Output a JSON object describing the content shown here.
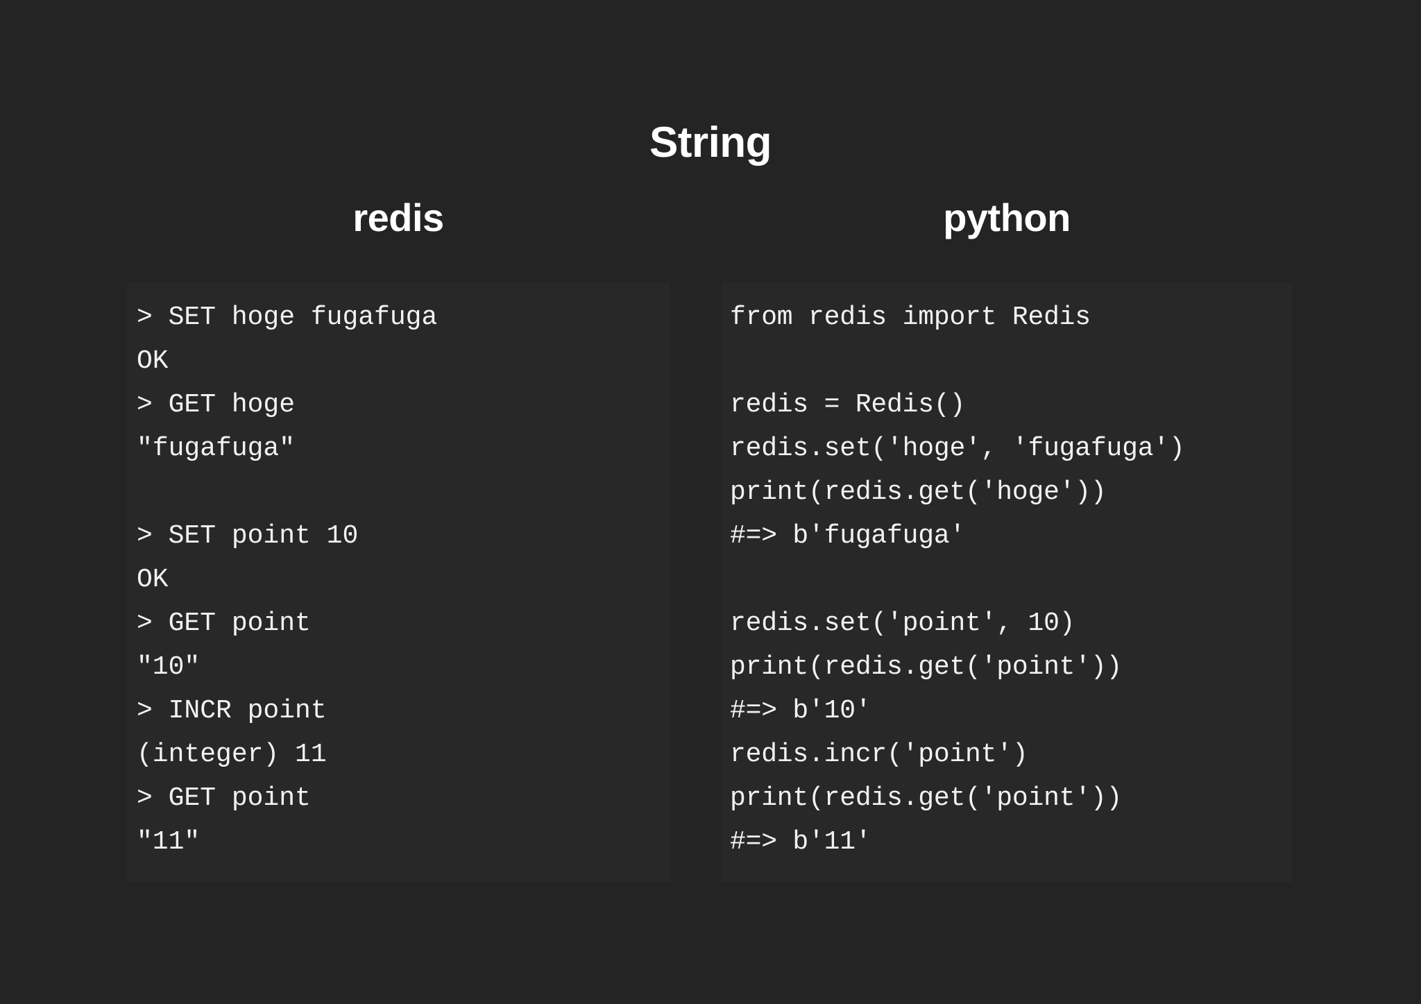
{
  "slide": {
    "title": "String",
    "background_color": "#242424",
    "code_block_color": "#282828",
    "text_color": "#f2f2f2"
  },
  "columns": [
    {
      "id": "redis",
      "title": "redis",
      "code": "> SET hoge fugafuga\nOK\n> GET hoge\n\"fugafuga\"\n\n> SET point 10\nOK\n> GET point\n\"10\"\n> INCR point\n(integer) 11\n> GET point\n\"11\"",
      "lines": [
        "> SET hoge fugafuga",
        "OK",
        "> GET hoge",
        "\"fugafuga\"",
        "",
        "> SET point 10",
        "OK",
        "> GET point",
        "\"10\"",
        "> INCR point",
        "(integer) 11",
        "> GET point",
        "\"11\""
      ]
    },
    {
      "id": "python",
      "title": "python",
      "code": "from redis import Redis\n\nredis = Redis()\nredis.set('hoge', 'fugafuga')\nprint(redis.get('hoge'))\n#=> b'fugafuga'\n\nredis.set('point', 10)\nprint(redis.get('point'))\n#=> b'10'\nredis.incr('point')\nprint(redis.get('point'))\n#=> b'11'",
      "lines": [
        "from redis import Redis",
        "",
        "redis = Redis()",
        "redis.set('hoge', 'fugafuga')",
        "print(redis.get('hoge'))",
        "#=> b'fugafuga'",
        "",
        "redis.set('point', 10)",
        "print(redis.get('point'))",
        "#=> b'10'",
        "redis.incr('point')",
        "print(redis.get('point'))",
        "#=> b'11'"
      ]
    }
  ]
}
